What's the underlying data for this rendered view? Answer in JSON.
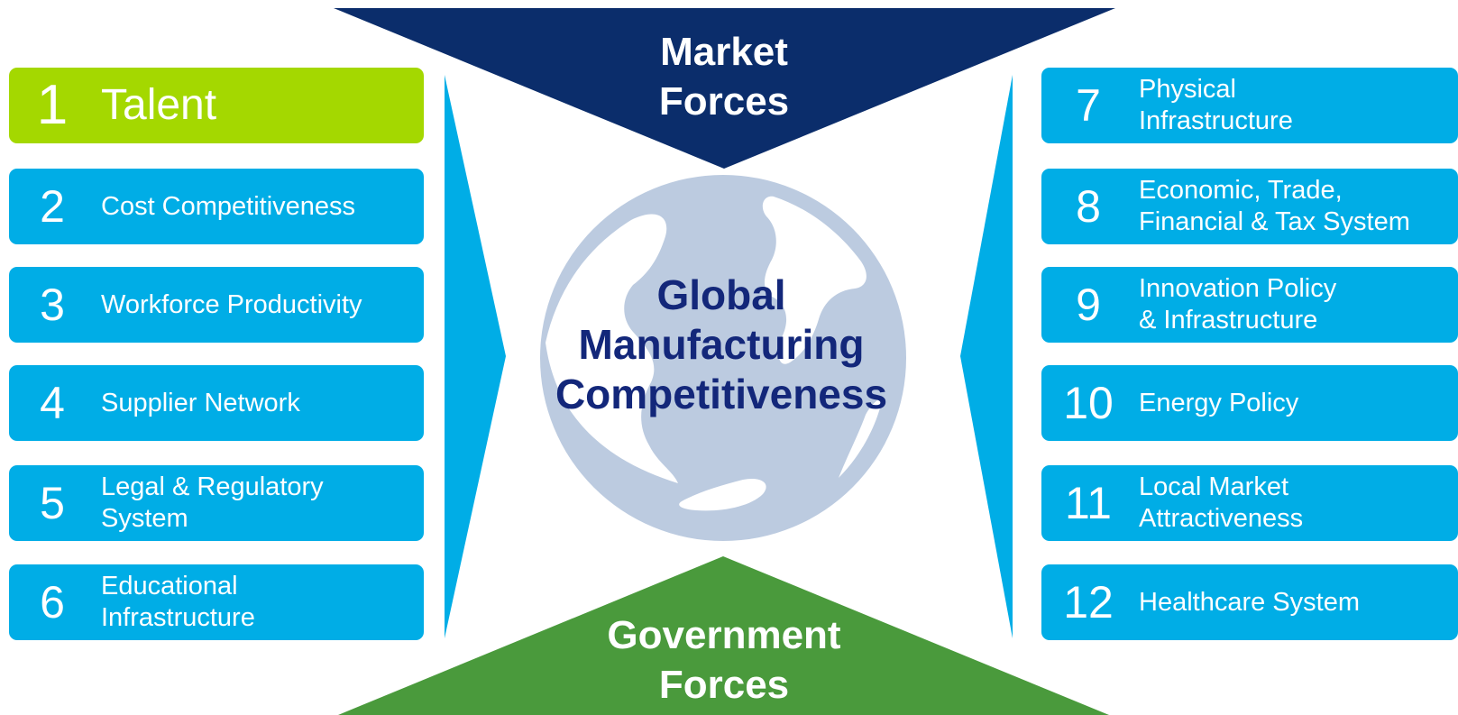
{
  "colors": {
    "factor_box": "#00ade6",
    "highlight_box": "#a4d800",
    "market_forces": "#0b2d6b",
    "government_forces": "#4a9a3c",
    "globe": "#bccbe0",
    "center_title": "#13277a"
  },
  "market_forces": {
    "line1": "Market",
    "line2": "Forces"
  },
  "government_forces": {
    "line1": "Government",
    "line2": "Forces"
  },
  "center": {
    "line1": "Global",
    "line2": "Manufacturing",
    "line3": "Competitiveness"
  },
  "left_factors": [
    {
      "number": "1",
      "line1": "Talent",
      "line2": "",
      "highlighted": true
    },
    {
      "number": "2",
      "line1": "Cost Competitiveness",
      "line2": ""
    },
    {
      "number": "3",
      "line1": "Workforce Productivity",
      "line2": ""
    },
    {
      "number": "4",
      "line1": "Supplier Network",
      "line2": ""
    },
    {
      "number": "5",
      "line1": "Legal & Regulatory",
      "line2": "System"
    },
    {
      "number": "6",
      "line1": "Educational",
      "line2": "Infrastructure"
    }
  ],
  "right_factors": [
    {
      "number": "7",
      "line1": "Physical",
      "line2": "Infrastructure"
    },
    {
      "number": "8",
      "line1": "Economic, Trade,",
      "line2": "Financial & Tax System"
    },
    {
      "number": "9",
      "line1": "Innovation Policy",
      "line2": "& Infrastructure"
    },
    {
      "number": "10",
      "line1": "Energy Policy",
      "line2": ""
    },
    {
      "number": "11",
      "line1": "Local Market",
      "line2": "Attractiveness"
    },
    {
      "number": "12",
      "line1": "Healthcare System",
      "line2": ""
    }
  ]
}
